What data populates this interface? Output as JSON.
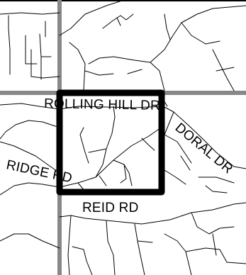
{
  "map": {
    "colors": {
      "background": "#ffffff",
      "road": "#000000",
      "grid": "#888888",
      "selection": "#000000"
    },
    "labels": {
      "rolling_hill_dr": "ROLLING HILL DR",
      "doral_dr": "DORAL DR",
      "ridge_rd": "RIDGE RD",
      "reid_rd": "REID RD"
    }
  }
}
